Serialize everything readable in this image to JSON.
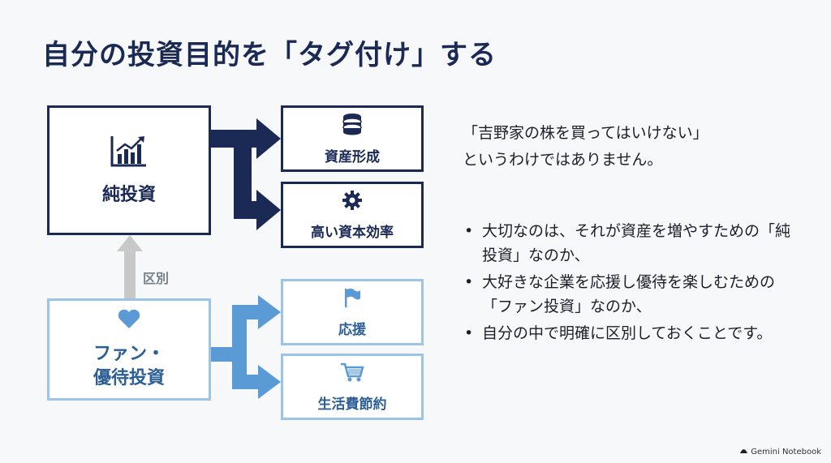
{
  "title": "自分の投資目的を「タグ付け」する",
  "diagram": {
    "pure_investment": {
      "label": "純投資",
      "icon": "growth-chart-icon"
    },
    "asset_formation": {
      "label": "資産形成",
      "icon": "coin-stack-icon"
    },
    "capital_efficiency": {
      "label": "高い資本効率",
      "icon": "gear-icon"
    },
    "fan_investment": {
      "label_line1": "ファン・",
      "label_line2": "優待投資",
      "icon": "heart-icon"
    },
    "support": {
      "label": "応援",
      "icon": "flag-icon"
    },
    "living_savings": {
      "label": "生活費節約",
      "icon": "shopping-cart-icon"
    },
    "distinction_label": "区別",
    "colors": {
      "dark": "#1b2a55",
      "light": "#9cc4e8",
      "mid": "#5b9bd5",
      "gray": "#c8c8c8"
    }
  },
  "text": {
    "quote_line1": "「吉野家の株を買ってはいけない」",
    "quote_line2": "というわけではありません。",
    "bullets": [
      "大切なのは、それが資産を増やすための「純投資」なのか、",
      "大好きな企業を応援し優待を楽しむための「ファン投資」なのか、",
      "自分の中で明確に区別しておくことです。"
    ]
  },
  "branding": {
    "logo_text": "Gemini Notebook"
  }
}
